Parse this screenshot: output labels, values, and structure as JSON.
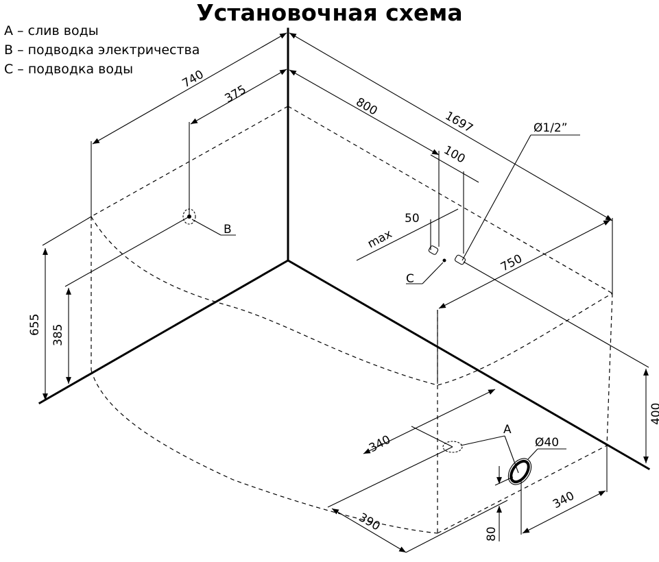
{
  "title": "Установочная схема",
  "legend": [
    "A – слив воды",
    "B – подводка электричества",
    "C – подводка воды"
  ],
  "labels": {
    "a": "A",
    "b": "B",
    "c": "C",
    "pipe_diameter": "Ø1/2”",
    "drain_diameter": "Ø40",
    "max": "max"
  },
  "dimensions": {
    "d740": "740",
    "d375": "375",
    "d800": "800",
    "d1697": "1697",
    "d100": "100",
    "d50": "50",
    "d750": "750",
    "d655": "655",
    "d385": "385",
    "d400": "400",
    "d340_left": "340",
    "d340_right": "340",
    "d390": "390",
    "d80": "80"
  }
}
